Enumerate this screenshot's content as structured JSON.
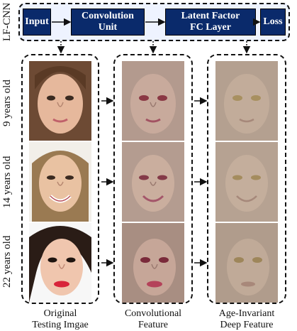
{
  "pipeline": {
    "side_label": "LF-CNN",
    "blocks": [
      {
        "label": "Input"
      },
      {
        "label_line1": "Convolution",
        "label_line2": "Unit"
      },
      {
        "label_line1": "Latent Factor",
        "label_line2": "FC Layer"
      },
      {
        "label": "Loss"
      }
    ]
  },
  "rows": [
    {
      "age_label": "9 years old"
    },
    {
      "age_label": "14 years old"
    },
    {
      "age_label": "22 years old"
    }
  ],
  "columns": [
    {
      "caption_line1": "Original",
      "caption_line2": "Testing Imgae"
    },
    {
      "caption_line1": "Convolutional",
      "caption_line2": "Feature"
    },
    {
      "caption_line1": "Age-Invariant",
      "caption_line2": "Deep Feature"
    }
  ],
  "colors": {
    "block_fill": "#0a2a6b",
    "pipeline_bg": "#eef3ff"
  }
}
